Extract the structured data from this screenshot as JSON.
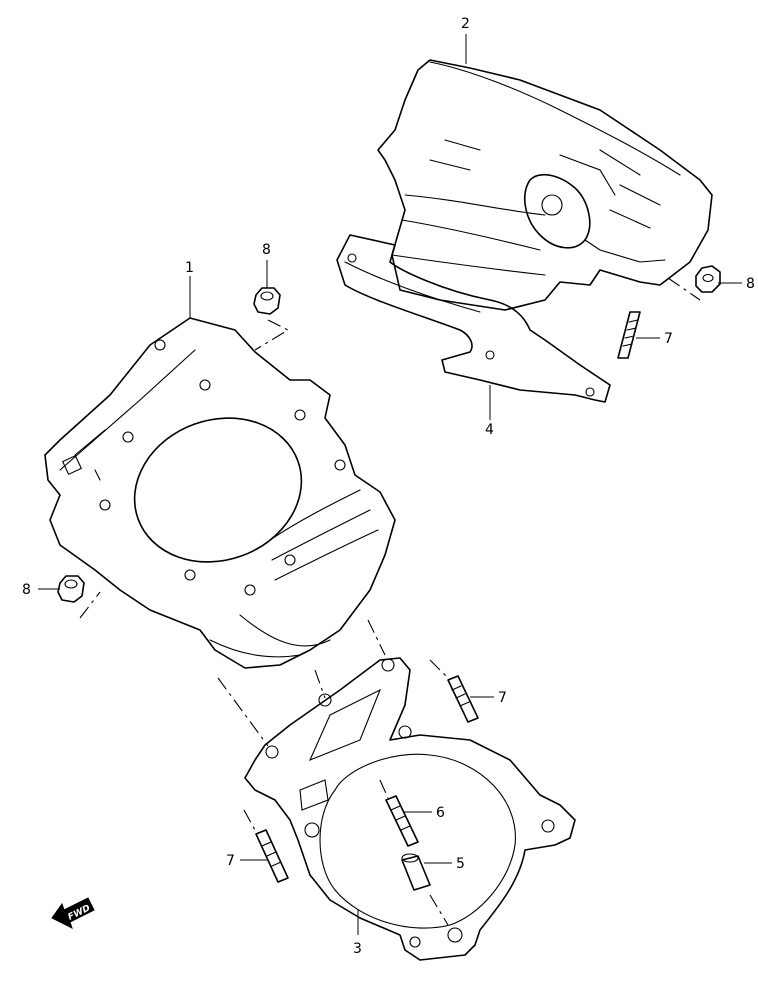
{
  "callouts": {
    "c1": "1",
    "c2": "2",
    "c3": "3",
    "c4": "4",
    "c5": "5",
    "c6": "6",
    "c7a": "7",
    "c7b": "7",
    "c7c": "7",
    "c8a": "8",
    "c8b": "8",
    "c8c": "8"
  },
  "fwd_label": "FWD"
}
